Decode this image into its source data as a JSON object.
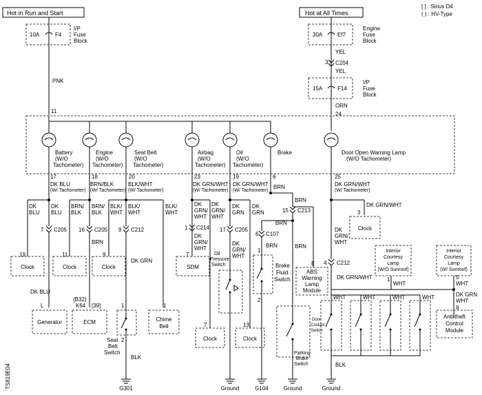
{
  "legend": {
    "sirius": "[ ] : Sirius D4",
    "hv": "( ) : HV-Type"
  },
  "sources": {
    "run_start": "Hot in Run and Start",
    "all_times": "Hot at All Times"
  },
  "fuses": {
    "f4": {
      "rating": "10A",
      "id": "F4",
      "l1": "I/P",
      "l2": "Fuse",
      "l3": "Block"
    },
    "ef7": {
      "rating": "30A",
      "id": "Ef7",
      "l1": "Engine",
      "l2": "Fuse",
      "l3": "Block"
    },
    "f14": {
      "rating": "15A",
      "id": "F14",
      "l1": "I/P",
      "l2": "Fuse",
      "l3": "Block"
    }
  },
  "wires": {
    "pnk": "PNK",
    "yel1": "YEL",
    "c204_pin": "3",
    "c204": "C204",
    "yel2": "YEL",
    "orn": "ORN",
    "pin11": "11",
    "pin24": "24",
    "dkblu_tach": "DK BLU",
    "wtach": "(W/ Tachometer)",
    "dk": "DK",
    "blu": "BLU",
    "brnblk": "BRN/BLK",
    "brn_slash": "BRN/",
    "blk": "BLK",
    "brn": "BRN",
    "blkwht": "BLK/WHT",
    "blk_slash": "BLK/",
    "wht": "WHT",
    "dkgrnwht": "DK GRN/WHT",
    "grn_slash": "GRN/",
    "grn": "GRN",
    "dkgrn": "DK GRN",
    "dkblu": "DK BLU"
  },
  "lamps": {
    "battery": {
      "l1": "Battery",
      "l2": "(W/O",
      "l3": "Tachometer)"
    },
    "engine": {
      "l1": "Engine",
      "l2": "(W/O",
      "l3": "Tachometer)"
    },
    "seatbelt": {
      "l1": "Seat Belt",
      "l2": "(W/O",
      "l3": "Tachometer)"
    },
    "airbag": {
      "l1": "Airbag",
      "l2": "(W/O",
      "l3": "Tachometer)"
    },
    "oil": {
      "l1": "Oil",
      "l2": "(W/O",
      "l3": "Tachometer)"
    },
    "brake": {
      "l1": "Brake"
    },
    "door": {
      "l1": "Door Open Warning Lamp",
      "l2": "(W/O Tachometer)"
    }
  },
  "pins": {
    "p17": "17",
    "p18": "18",
    "p20": "20",
    "p23": "23",
    "p19": "19",
    "p6": "6",
    "p25": "25",
    "c205a": "7",
    "c205b": "16",
    "c212a": "9",
    "c214": "1",
    "c205c": "17",
    "c107": "6",
    "c213": "15",
    "c212b": "4",
    "p3": "3",
    "p19b": "19",
    "p11b": "11",
    "p9b": "9",
    "p7b": "7",
    "p1": "1",
    "p2": "2",
    "p13": "13",
    "pE": "E",
    "p5": "5",
    "p8": "8",
    "pL": "L"
  },
  "connectors": {
    "c205": "C205",
    "c212": "C212",
    "c214": "C214",
    "c107": "C107",
    "c213": "C213"
  },
  "components": {
    "clock": "Clock",
    "sdm": "SDM",
    "generator": "Generator",
    "ecm": "ECM",
    "ecm_b32": "(B32)",
    "ecm_k64": "K64",
    "ecm_39": "[39]",
    "chime1": "Chime",
    "chime2": "Bell",
    "seatsw1": "Seat",
    "seatsw2": "Belt",
    "seatsw3": "Switch",
    "oilsw1": "Oil",
    "oilsw2": "Pressure",
    "oilsw3": "Switch",
    "bfsw1": "Brake",
    "bfsw2": "Fluid",
    "bfsw3": "Switch",
    "abs1": "ABS",
    "abs2": "Warning",
    "abs3": "Lamp",
    "abs4": "Module",
    "dcs1": "Door",
    "dcs2": "Contact",
    "dcs3": "Switch",
    "pbs1": "Parking",
    "pbs2": "Brake",
    "pbs3": "Switch",
    "icl1": "Interior",
    "icl2": "Courtesy",
    "icl3": "Lamp",
    "icl4": "(W/O Sunroof)",
    "icl5": "Interior",
    "icl6": "Courtesy",
    "icl7": "Lamp",
    "icl8": "(W/ Sunroof)",
    "atc1": "Anti-theft",
    "atc2": "Control",
    "atc3": "Module"
  },
  "grounds": {
    "g301": "G301",
    "ground": "Ground",
    "g104": "G104"
  },
  "figure_id": "TS819E04"
}
